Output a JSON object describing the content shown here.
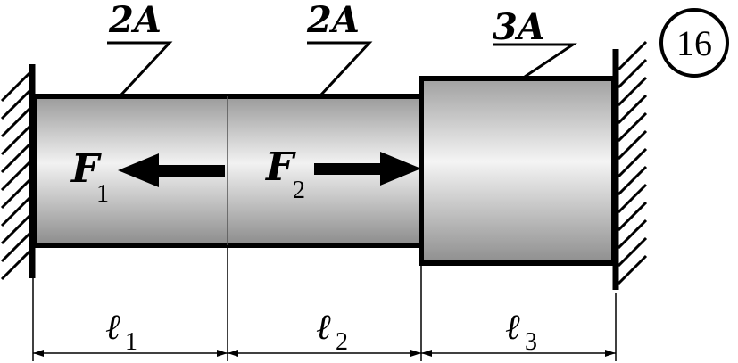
{
  "problem_number": "16",
  "areas": [
    {
      "id": "segment-1",
      "label": "2A"
    },
    {
      "id": "segment-2",
      "label": "2A"
    },
    {
      "id": "segment-3",
      "label": "3A"
    }
  ],
  "forces": [
    {
      "symbol": "F",
      "subscript": "1",
      "direction": "left"
    },
    {
      "symbol": "F",
      "subscript": "2",
      "direction": "right"
    }
  ],
  "lengths": [
    {
      "symbol": "ℓ",
      "subscript": "1"
    },
    {
      "symbol": "ℓ",
      "subscript": "2"
    },
    {
      "symbol": "ℓ",
      "subscript": "3"
    }
  ],
  "supports": [
    "fixed-wall-left",
    "fixed-wall-right"
  ]
}
